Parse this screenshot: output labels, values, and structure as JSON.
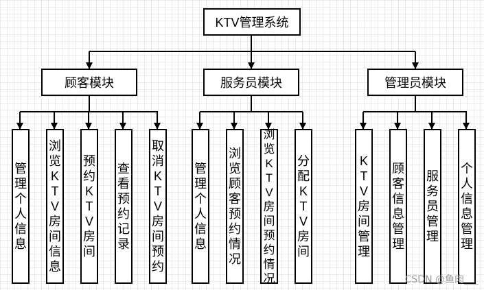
{
  "root": {
    "label": "KTV管理系统"
  },
  "modules": [
    {
      "label": "顾客模块",
      "children": [
        "管理个人信息",
        "浏览KTV房间信息",
        "预约KTV房间",
        "查看预约记录",
        "取消KTV房间预约"
      ]
    },
    {
      "label": "服务员模块",
      "children": [
        "管理个人信息",
        "浏览顾客预约情况",
        "浏览KTV房间预约情况",
        "分配KTV房间"
      ]
    },
    {
      "label": "管理员模块",
      "children": [
        "KTV房间管理",
        "顾客信息管理",
        "服务员管理",
        "个人信息管理"
      ]
    }
  ],
  "watermark": "CSDN @鱼肉___"
}
